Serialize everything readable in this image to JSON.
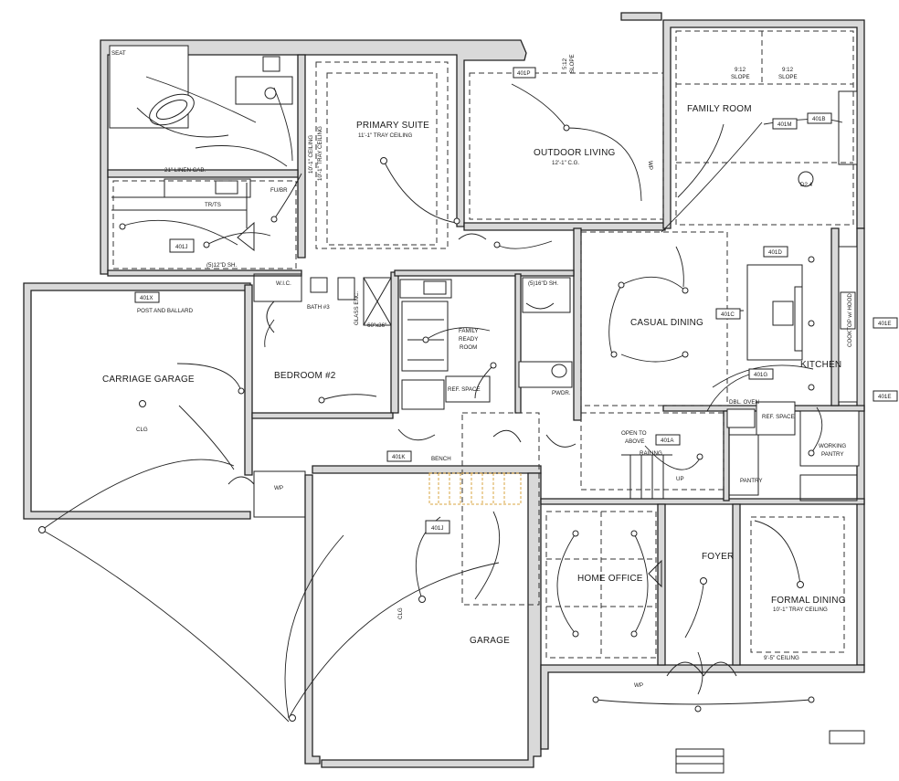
{
  "rooms": {
    "primary_suite": "PRIMARY SUITE",
    "primary_suite_ceiling": "11'-1\" TRAY CEILING",
    "outdoor_living": "OUTDOOR LIVING",
    "outdoor_living_ceiling": "12'-1\" C.G.",
    "family_room": "FAMILY ROOM",
    "carriage_garage": "CARRIAGE GARAGE",
    "bedroom_2": "BEDROOM #2",
    "casual_dining": "CASUAL DINING",
    "kitchen": "KITCHEN",
    "family_ready_room_1": "FAMILY",
    "family_ready_room_2": "READY",
    "family_ready_room_3": "ROOM",
    "pwdr": "PWDR.",
    "home_office": "HOME OFFICE",
    "foyer": "FOYER",
    "formal_dining": "FORMAL DINING",
    "formal_dining_ceiling": "10'-1\" TRAY CEILING",
    "garage": "GARAGE",
    "working_pantry_1": "WORKING",
    "working_pantry_2": "PANTRY",
    "pantry": "PANTRY",
    "bath_3": "BATH #3",
    "wic": "W.I.C."
  },
  "notes": {
    "seat": "SEAT",
    "linen_cab": "21\" LINEN CAB.",
    "fu_br": "FU/BR",
    "tr_ts": "TR/TS",
    "sh_12d": "(5)12\"D SH.",
    "sh_16d": "(5)16\"D SH.",
    "post_ballard": "POST AND BALLARD",
    "ceiling_10_1": "10'-1\" CEILING",
    "ceiling_10_1_tray": "10'-1\" TRAY CEILING",
    "slope_1": "9:12",
    "slope_1b": "SLOPE",
    "slope_2": "9:12",
    "slope_2b": "SLOPE",
    "slope_3": "5:12",
    "slope_3b": "SLOPE",
    "ref_space": "REF. SPACE",
    "ref_space_2": "REF. SPACE",
    "bench": "BENCH",
    "open_to_above_1": "OPEN TO",
    "open_to_above_2": "ABOVE",
    "railing": "RAILING",
    "up": "UP",
    "dbl_oven": "DBL. OVEN",
    "wp": "WP",
    "wp_2": "WP",
    "wp_3": "WP",
    "clg": "CLG",
    "clg_2": "CLG",
    "ceiling_9_5": "9'-5\" CEILING",
    "glass_enc": "GLASS ENC.",
    "shower_size": "60\"x36\"",
    "cooktop_hood": "COOKTOP w/ HOOD",
    "d24": "D2.4"
  },
  "tags": {
    "t401p": "401P",
    "t401m": "401M",
    "t401b": "401B",
    "t401j": "401J",
    "t401x": "401X",
    "t401d": "401D",
    "t401c": "401C",
    "t401e": "401E",
    "t401e_2": "401E",
    "t401k": "401K",
    "t401a": "401A",
    "t401j_2": "401J",
    "t401g": "401G"
  },
  "colors": {
    "wall_fill": "#d9d9d9",
    "line": "#222222",
    "stair_accent": "#d9a441"
  }
}
